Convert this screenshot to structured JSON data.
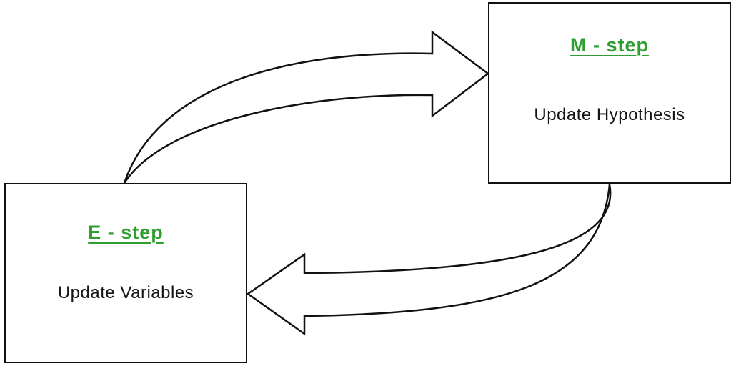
{
  "m_step": {
    "title": "M - step",
    "description": "Update Hypothesis"
  },
  "e_step": {
    "title": "E - step",
    "description": "Update Variables"
  },
  "colors": {
    "title_green": "#2e9e2e",
    "stroke": "#111111",
    "background": "#ffffff"
  }
}
